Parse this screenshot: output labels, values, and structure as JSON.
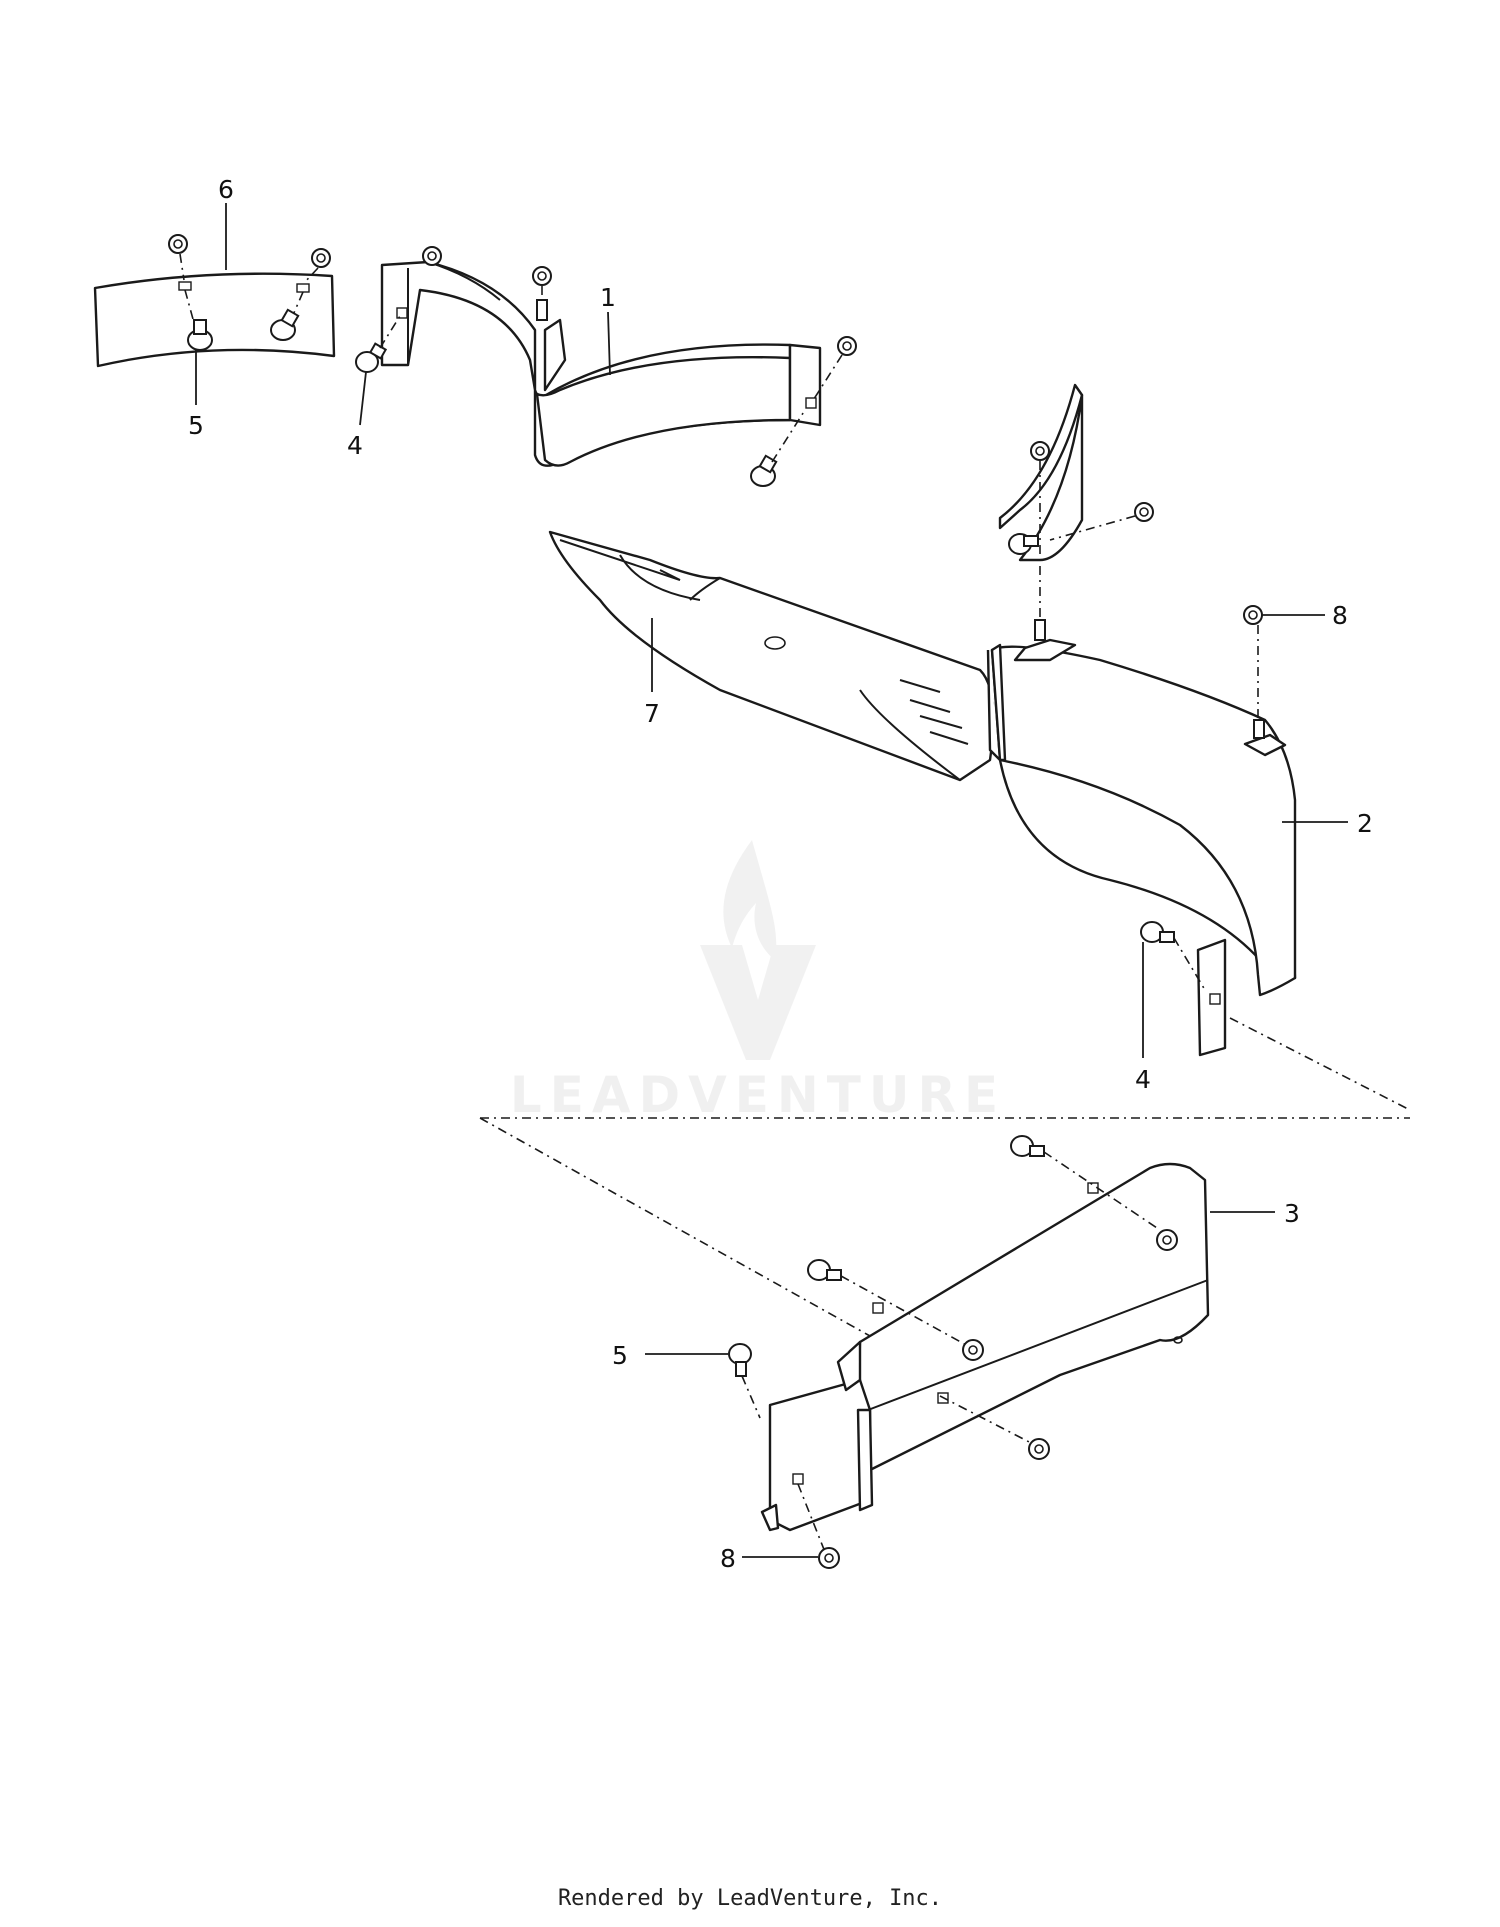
{
  "callouts": [
    {
      "id": "c6",
      "label": "6"
    },
    {
      "id": "c5a",
      "label": "5"
    },
    {
      "id": "c4a",
      "label": "4"
    },
    {
      "id": "c1",
      "label": "1"
    },
    {
      "id": "c7",
      "label": "7"
    },
    {
      "id": "c8a",
      "label": "8"
    },
    {
      "id": "c2",
      "label": "2"
    },
    {
      "id": "c4b",
      "label": "4"
    },
    {
      "id": "c3",
      "label": "3"
    },
    {
      "id": "c5b",
      "label": "5"
    },
    {
      "id": "c8b",
      "label": "8"
    }
  ],
  "watermark": {
    "text": "LEADVENTURE",
    "color": "#e4e4e4"
  },
  "footer": {
    "text": "Rendered by LeadVenture, Inc."
  }
}
